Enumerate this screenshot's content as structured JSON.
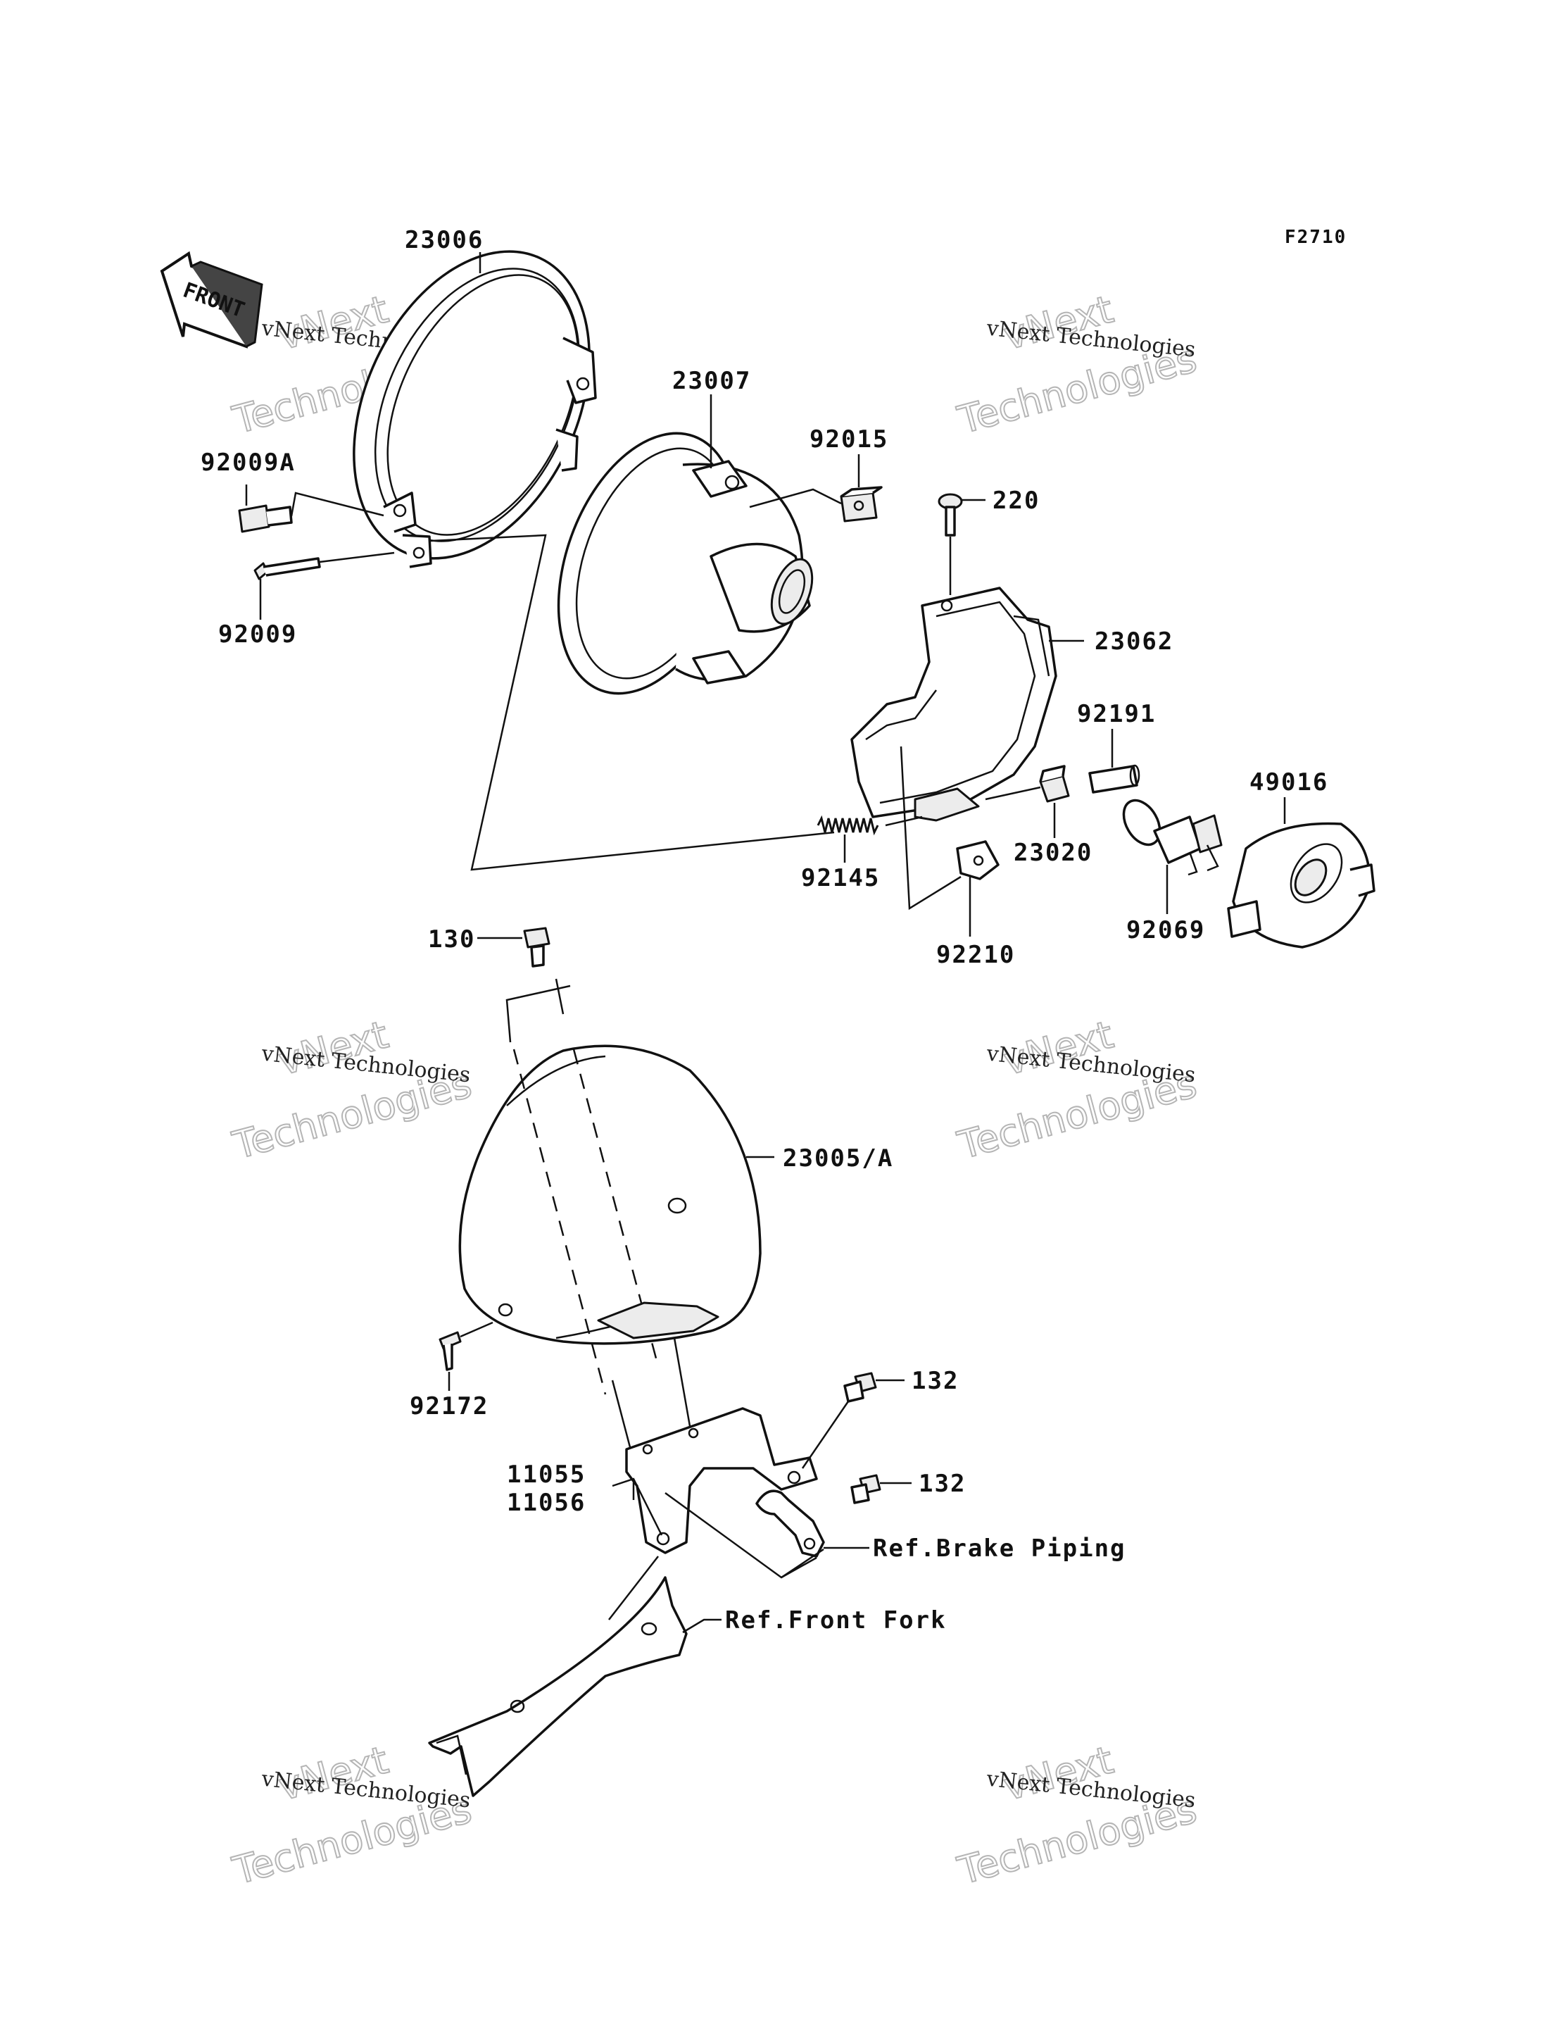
{
  "figure_code": "F2710",
  "front_arrow_label": "FRONT",
  "watermark": {
    "line1": "vNext Technologies",
    "line2": "Technologies",
    "line3": "vNext"
  },
  "parts": {
    "p23006": "23006",
    "p23007": "23007",
    "p92015": "92015",
    "p220": "220",
    "p92009A": "92009A",
    "p92009": "92009",
    "p23062": "23062",
    "p92191": "92191",
    "p49016": "49016",
    "p23020": "23020",
    "p92145": "92145",
    "p92069": "92069",
    "p92210": "92210",
    "p130": "130",
    "p23005A": "23005/A",
    "p92172": "92172",
    "p132a": "132",
    "p132b": "132",
    "p11055": "11055",
    "p11056": "11056",
    "ref_brake": "Ref.Brake Piping",
    "ref_fork": "Ref.Front Fork"
  }
}
